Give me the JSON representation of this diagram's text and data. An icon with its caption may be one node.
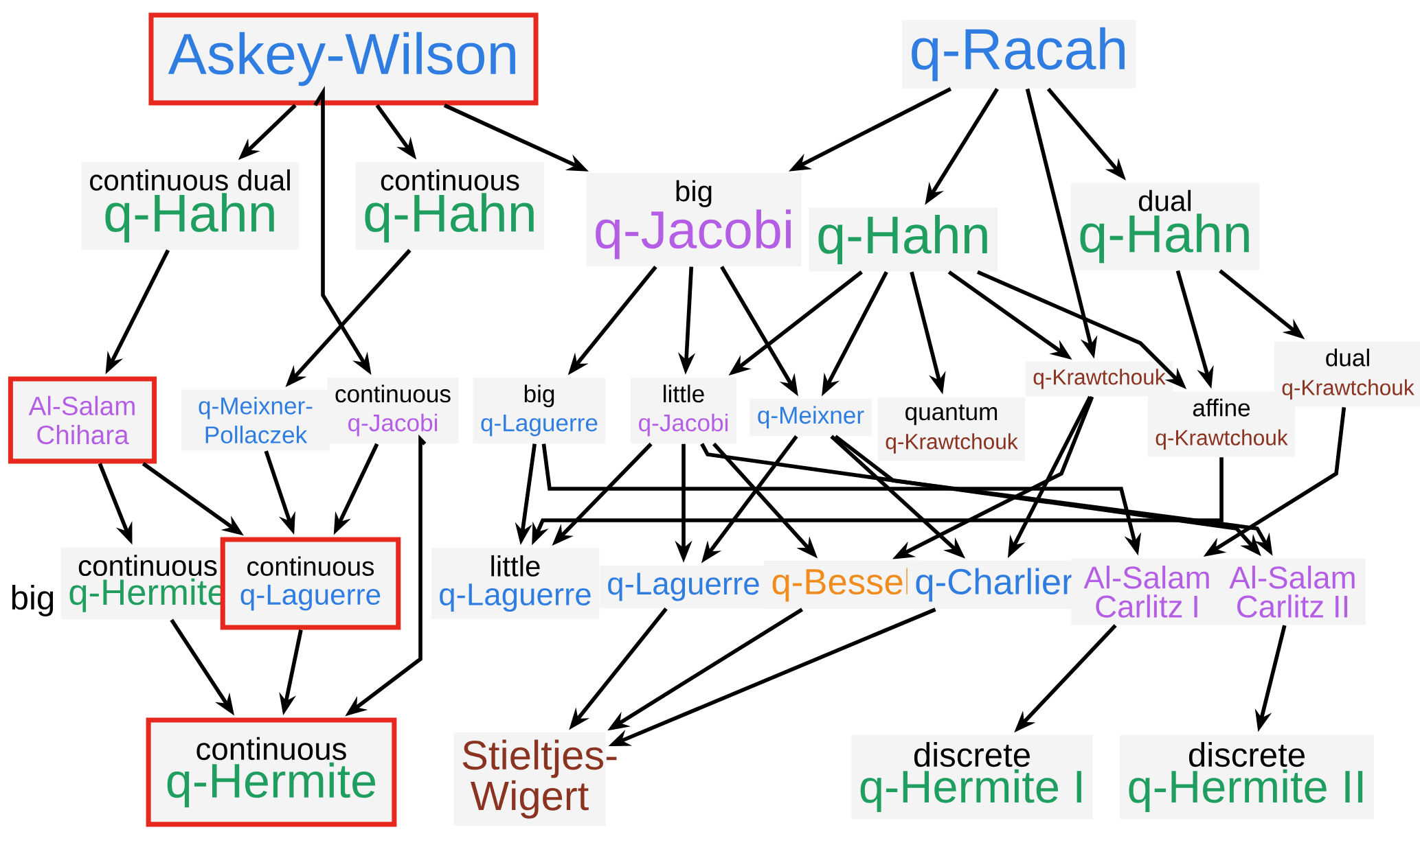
{
  "diagram": {
    "nodes": [
      {
        "text": [
          "Askey-Wilson"
        ]
      },
      {
        "text": [
          "q-Racah"
        ]
      },
      {
        "text": [
          "continuous dual",
          "q-Hahn"
        ]
      },
      {
        "text": [
          "continuous",
          "q-Hahn"
        ]
      },
      {
        "text": [
          "big",
          "q-Jacobi"
        ]
      },
      {
        "text": [
          "q-Hahn"
        ]
      },
      {
        "text": [
          "dual",
          "q-Hahn"
        ]
      },
      {
        "text": [
          "Al-Salam Chihara"
        ]
      },
      {
        "text": [
          "q-Meixner-Pollaczek"
        ]
      },
      {
        "text": [
          "continuous",
          "q-Jacobi"
        ]
      },
      {
        "text": [
          "big",
          "q-Laguerre"
        ]
      },
      {
        "text": [
          "little",
          "q-Jacobi"
        ]
      },
      {
        "text": [
          "q-Meixner"
        ]
      },
      {
        "text": [
          "quantum",
          "q-Krawtchouk"
        ]
      },
      {
        "text": [
          "q-Krawtchouk"
        ]
      },
      {
        "text": [
          "affine",
          "q-Krawtchouk"
        ]
      },
      {
        "text": [
          "dual",
          "q-Krawtchouk"
        ]
      },
      {
        "text": [
          "continuous",
          "q-Hermite"
        ],
        "beside": [
          "big"
        ]
      },
      {
        "text": [
          "continuous",
          "q-Laguerre"
        ]
      },
      {
        "text": [
          "little",
          "q-Laguerre"
        ]
      },
      {
        "text": [
          "q-Laguerre"
        ]
      },
      {
        "text": [
          "q-Bessel"
        ]
      },
      {
        "text": [
          "q-Charlier"
        ]
      },
      {
        "text": [
          "Al-Salam Carlitz I"
        ]
      },
      {
        "text": [
          "Al-Salam Carlitz II"
        ]
      },
      {
        "text": [
          "continuous",
          "q-Hermite"
        ]
      },
      {
        "text": [
          "Stieltjes-Wigert"
        ]
      },
      {
        "text": [
          "discrete",
          "q-Hermite I"
        ]
      },
      {
        "text": [
          "discrete",
          "q-Hermite II"
        ]
      }
    ],
    "edges": [
      {
        "from": 0,
        "to": 2,
        "arrow": "to"
      },
      {
        "from": 0,
        "to": 3,
        "arrow": "to"
      },
      {
        "from": 0,
        "to": 9,
        "arrow": "to"
      },
      {
        "from": 0,
        "to": 4,
        "arrow": "to"
      },
      {
        "from": 1,
        "to": 4,
        "arrow": "to"
      },
      {
        "from": 1,
        "to": 5,
        "arrow": "to"
      },
      {
        "from": 1,
        "to": 14,
        "arrow": "to"
      },
      {
        "from": 1,
        "to": 6,
        "arrow": "to"
      },
      {
        "from": 2,
        "to": 7,
        "arrow": "to"
      },
      {
        "from": 3,
        "to": 8,
        "arrow": "to"
      },
      {
        "from": 4,
        "to": 10,
        "arrow": "to"
      },
      {
        "from": 4,
        "to": 11,
        "arrow": "to"
      },
      {
        "from": 4,
        "to": 12,
        "arrow": "to"
      },
      {
        "from": 5,
        "to": 11,
        "arrow": "to"
      },
      {
        "from": 5,
        "to": 12,
        "arrow": "to"
      },
      {
        "from": 5,
        "to": 13,
        "arrow": "to"
      },
      {
        "from": 5,
        "to": 14,
        "arrow": "to"
      },
      {
        "from": 5,
        "to": 15,
        "arrow": "to"
      },
      {
        "from": 6,
        "to": 15,
        "arrow": "to"
      },
      {
        "from": 6,
        "to": 16,
        "arrow": "to"
      },
      {
        "from": 7,
        "to": 17,
        "arrow": "to"
      },
      {
        "from": 7,
        "to": 18,
        "arrow": "to"
      },
      {
        "from": 8,
        "to": 18,
        "arrow": "to"
      },
      {
        "from": 9,
        "to": 18,
        "arrow": "to"
      },
      {
        "from": 9,
        "to": 25,
        "arrow": "to"
      },
      {
        "from": 10,
        "to": 19,
        "arrow": "to"
      },
      {
        "from": 10,
        "to": 23,
        "arrow": "to"
      },
      {
        "from": 11,
        "to": 19,
        "arrow": "to"
      },
      {
        "from": 11,
        "to": 20,
        "arrow": "to"
      },
      {
        "from": 11,
        "to": 21,
        "arrow": "to"
      },
      {
        "from": 11,
        "to": 24,
        "arrow": "to"
      },
      {
        "from": 12,
        "to": 20,
        "arrow": "to"
      },
      {
        "from": 12,
        "to": 22,
        "arrow": "to"
      },
      {
        "from": 12,
        "to": 24,
        "arrow": "to"
      },
      {
        "from": 14,
        "to": 21,
        "arrow": "to"
      },
      {
        "from": 14,
        "to": 22,
        "arrow": "to"
      },
      {
        "from": 15,
        "to": 19,
        "arrow": "to"
      },
      {
        "from": 16,
        "to": 23,
        "arrow": "to"
      },
      {
        "from": 17,
        "to": 25,
        "arrow": "to"
      },
      {
        "from": 18,
        "to": 25,
        "arrow": "to"
      },
      {
        "from": 20,
        "to": 26,
        "arrow": "to"
      },
      {
        "from": 21,
        "to": 26,
        "arrow": "to"
      },
      {
        "from": 22,
        "to": 26,
        "arrow": "to"
      },
      {
        "from": 23,
        "to": 27,
        "arrow": "to"
      },
      {
        "from": 24,
        "to": 28,
        "arrow": "to"
      }
    ]
  }
}
